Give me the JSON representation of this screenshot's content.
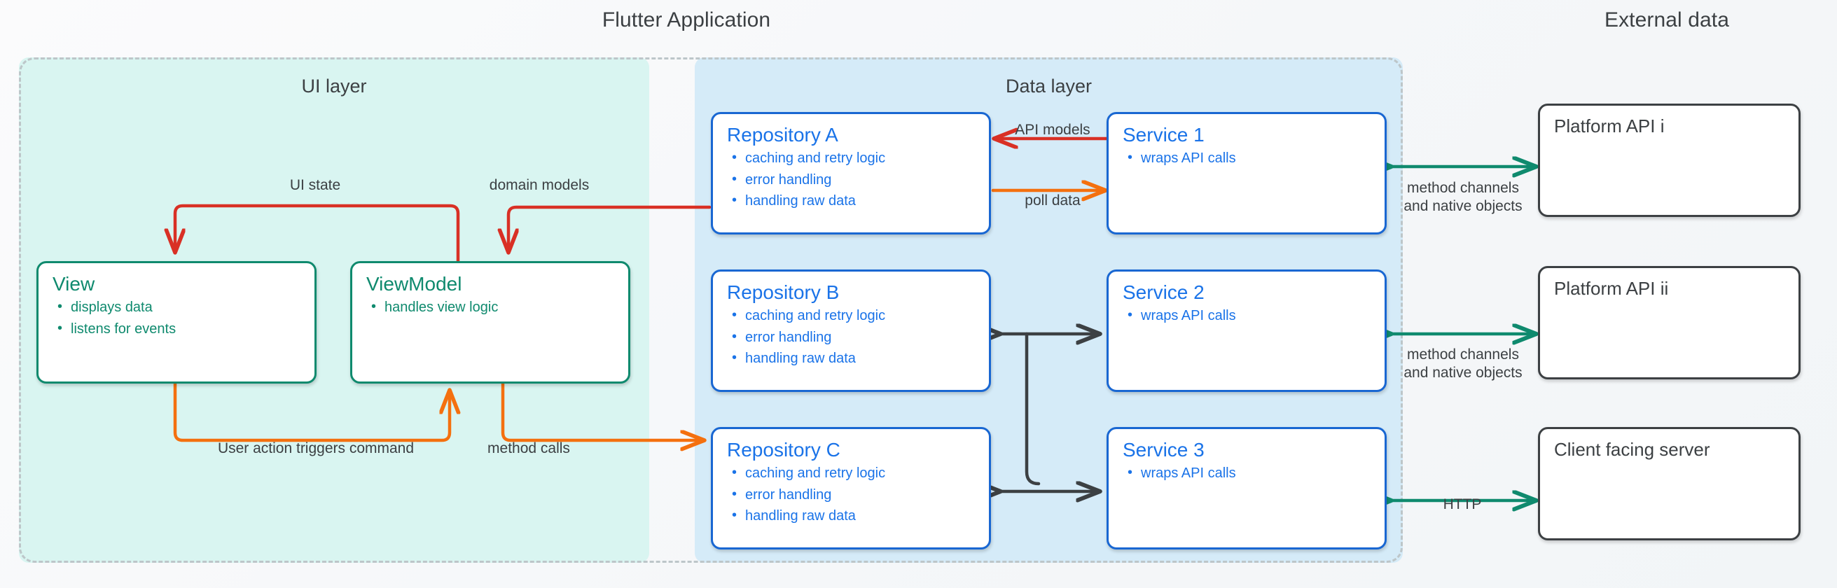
{
  "diagram": {
    "headings": {
      "flutter_application": "Flutter Application",
      "external_data": "External data"
    },
    "layers": {
      "ui_layer": "UI layer",
      "data_layer": "Data layer"
    },
    "colors": {
      "ui_layer_bg": "#d9f5f1",
      "data_layer_bg": "#d5ebf8",
      "ui_card_border": "#0f8a6e",
      "data_card_border": "#1967d2",
      "data_card_text": "#1a73e8",
      "external_card_border": "#3c4043",
      "arrow_red": "#d93025",
      "arrow_orange": "#f4700f",
      "arrow_green": "#0f8a6e",
      "arrow_dark": "#3c4043",
      "dashed_border": "#bdc6c9"
    }
  },
  "ui_layer_cards": [
    {
      "title": "View",
      "bullets": [
        "displays data",
        "listens for events"
      ]
    },
    {
      "title": "ViewModel",
      "bullets": [
        "handles view logic"
      ]
    }
  ],
  "repositories": [
    {
      "title": "Repository A",
      "bullets": [
        "caching and retry logic",
        "error handling",
        "handling raw data"
      ]
    },
    {
      "title": "Repository B",
      "bullets": [
        "caching and retry logic",
        "error handling",
        "handling raw data"
      ]
    },
    {
      "title": "Repository C",
      "bullets": [
        "caching and retry logic",
        "error handling",
        "handling raw data"
      ]
    }
  ],
  "services": [
    {
      "title": "Service 1",
      "bullets": [
        "wraps API calls"
      ]
    },
    {
      "title": "Service 2",
      "bullets": [
        "wraps API calls"
      ]
    },
    {
      "title": "Service 3",
      "bullets": [
        "wraps API calls"
      ]
    }
  ],
  "external_cards": [
    {
      "title": "Platform API i"
    },
    {
      "title": "Platform API ii"
    },
    {
      "title": "Client facing server"
    }
  ],
  "edge_labels": {
    "ui_state": "UI state",
    "domain_models": "domain models",
    "user_action": "User action triggers command",
    "method_calls": "method calls",
    "api_models": "API models",
    "poll_data": "poll data",
    "method_channels_1_line1": "method channels",
    "method_channels_1_line2": "and native objects",
    "method_channels_2_line1": "method channels",
    "method_channels_2_line2": "and native objects",
    "http": "HTTP"
  }
}
